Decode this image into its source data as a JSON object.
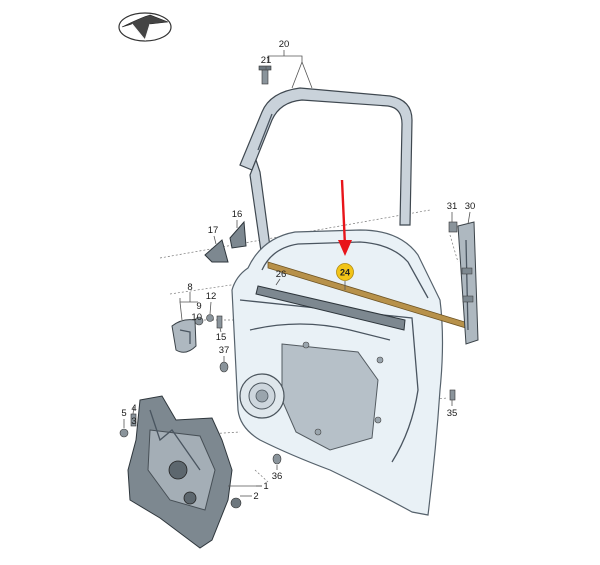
{
  "callouts": {
    "c20": "20",
    "c21": "21",
    "c16": "16",
    "c17": "17",
    "c31": "31",
    "c30": "30",
    "c26": "26",
    "c24": "24",
    "c8": "8",
    "c12": "12",
    "c9": "9",
    "c10": "10",
    "c15": "15",
    "c37": "37",
    "c5": "5",
    "c4": "4",
    "c3": "3",
    "c36": "36",
    "c1": "1",
    "c2": "2",
    "c35": "35"
  },
  "colors": {
    "arrow": "#e8141a",
    "highlight_badge": "#f2c418",
    "highlight_part": "#b7914a"
  },
  "icons": {
    "logo": "vw-style-brand-logo",
    "pointer": "red-arrow-pointer"
  }
}
